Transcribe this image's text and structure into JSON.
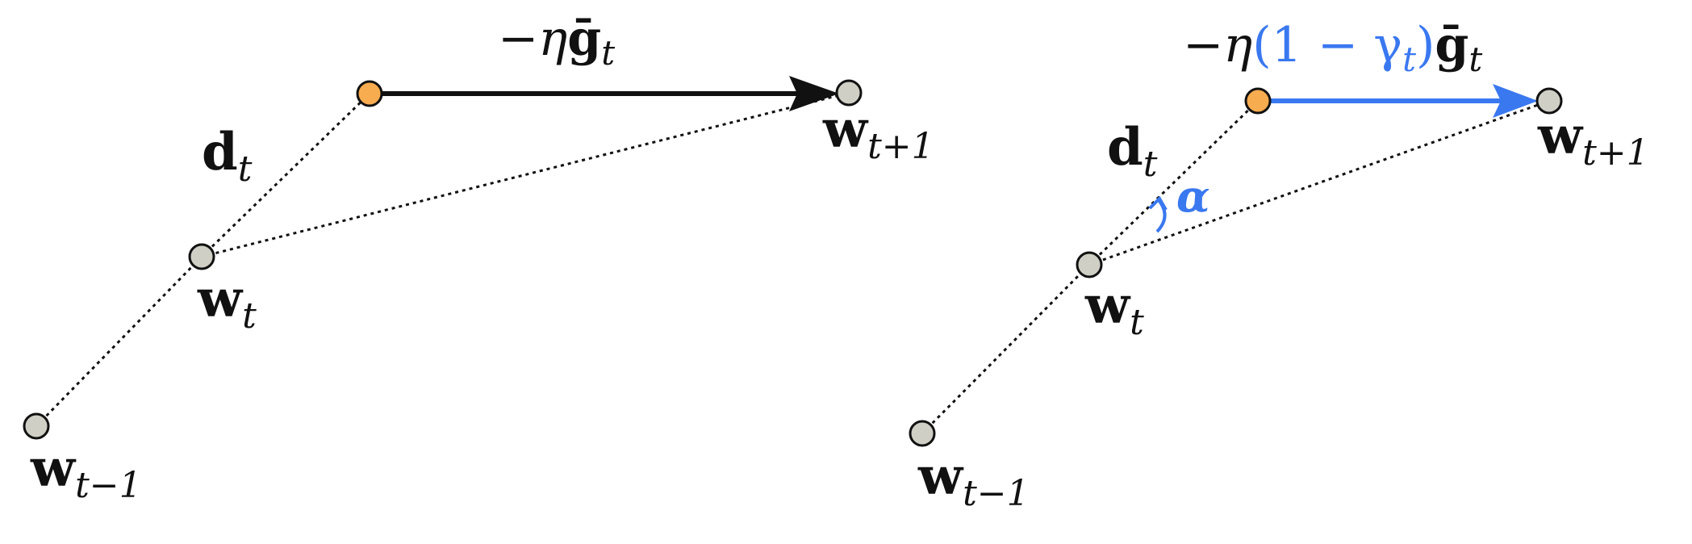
{
  "colors": {
    "ink": "#111111",
    "accent": "#3a78f0",
    "node_gray": "#cfcfc6",
    "node_orange": "#f7ac4f"
  },
  "left_panel": {
    "update_label": {
      "sign": "−",
      "eta": "η",
      "g": "ḡ",
      "sub": "t"
    },
    "d_label": {
      "base": "d",
      "sub": "t"
    },
    "w_t_label": {
      "base": "w",
      "sub": "t"
    },
    "w_next_label": {
      "base": "w",
      "sub": "t+1"
    },
    "w_prev_label": {
      "base": "w",
      "sub": "t−1"
    }
  },
  "right_panel": {
    "update_label": {
      "sign": "−",
      "eta": "η",
      "paren": "(1 − γ",
      "gamma_sub": "t",
      "close": ")",
      "g": "ḡ",
      "sub": "t"
    },
    "d_label": {
      "base": "d",
      "sub": "t"
    },
    "alpha_label": "α",
    "w_t_label": {
      "base": "w",
      "sub": "t"
    },
    "w_next_label": {
      "base": "w",
      "sub": "t+1"
    },
    "w_prev_label": {
      "base": "w",
      "sub": "t−1"
    }
  }
}
